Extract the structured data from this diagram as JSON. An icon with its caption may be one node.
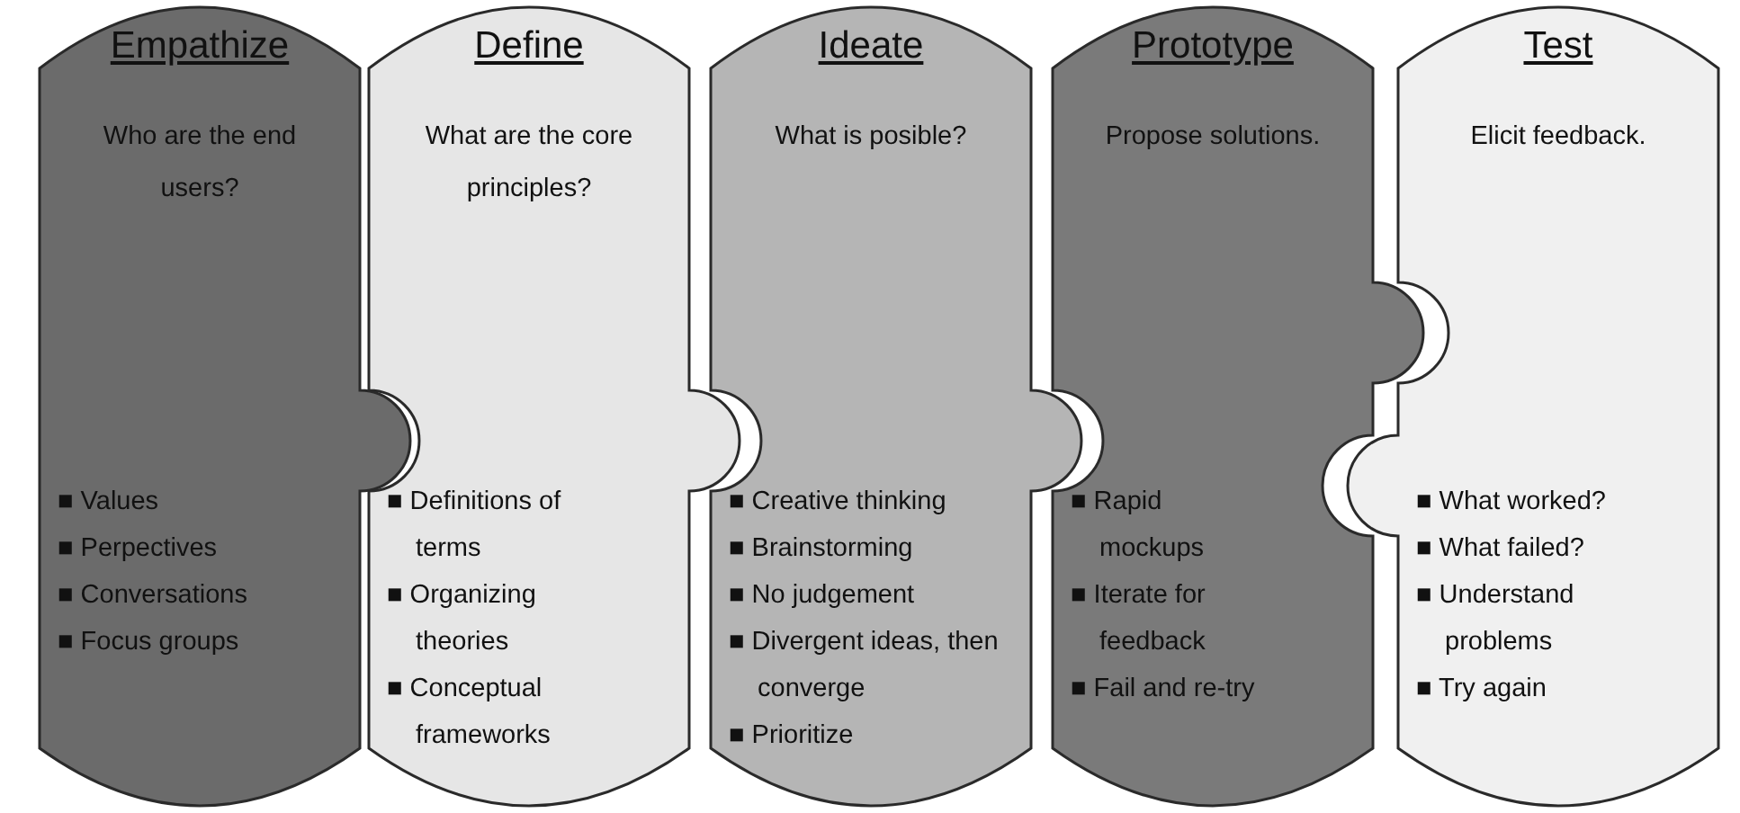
{
  "diagram": {
    "nodes": [
      {
        "text": [
          "Empathize",
          "Who are the end users?",
          "■ Values",
          "■ Perpectives",
          "■ Conversations",
          "■ Focus groups"
        ]
      },
      {
        "text": [
          "Define",
          "What are the core principles?",
          "■ Definitions of terms",
          "■ Organizing theories",
          "■ Conceptual frameworks"
        ]
      },
      {
        "text": [
          "Ideate",
          "What is posible?",
          "■ Creative thinking",
          "■ Brainstorming",
          "■ No judgement",
          "■ Divergent ideas, then converge",
          "■ Prioritize"
        ]
      },
      {
        "text": [
          "Prototype",
          "Propose solutions.",
          "■ Rapid mockups",
          "■ Iterate for feedback",
          "■ Fail and re-try"
        ]
      },
      {
        "text": [
          "Test",
          "Elicit feedback.",
          "■ What worked?",
          "■ What failed?",
          "■ Understand problems",
          "■ Try again"
        ]
      }
    ]
  }
}
